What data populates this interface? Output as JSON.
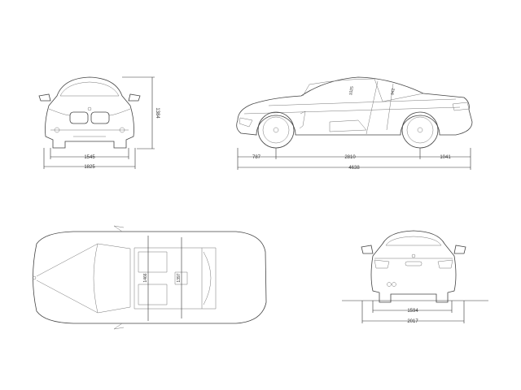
{
  "front_view": {
    "height": "1384",
    "front_track": "1545",
    "width": "1825"
  },
  "side_view": {
    "front_overhang": "787",
    "wheelbase": "2810",
    "rear_overhang": "1041",
    "length": "4638",
    "front_headroom": "1025",
    "rear_headroom": "942"
  },
  "top_view": {
    "front_shoulder": "1466",
    "rear_shoulder": "1397"
  },
  "rear_view": {
    "rear_track": "1594",
    "width_with_mirrors": "2017"
  }
}
